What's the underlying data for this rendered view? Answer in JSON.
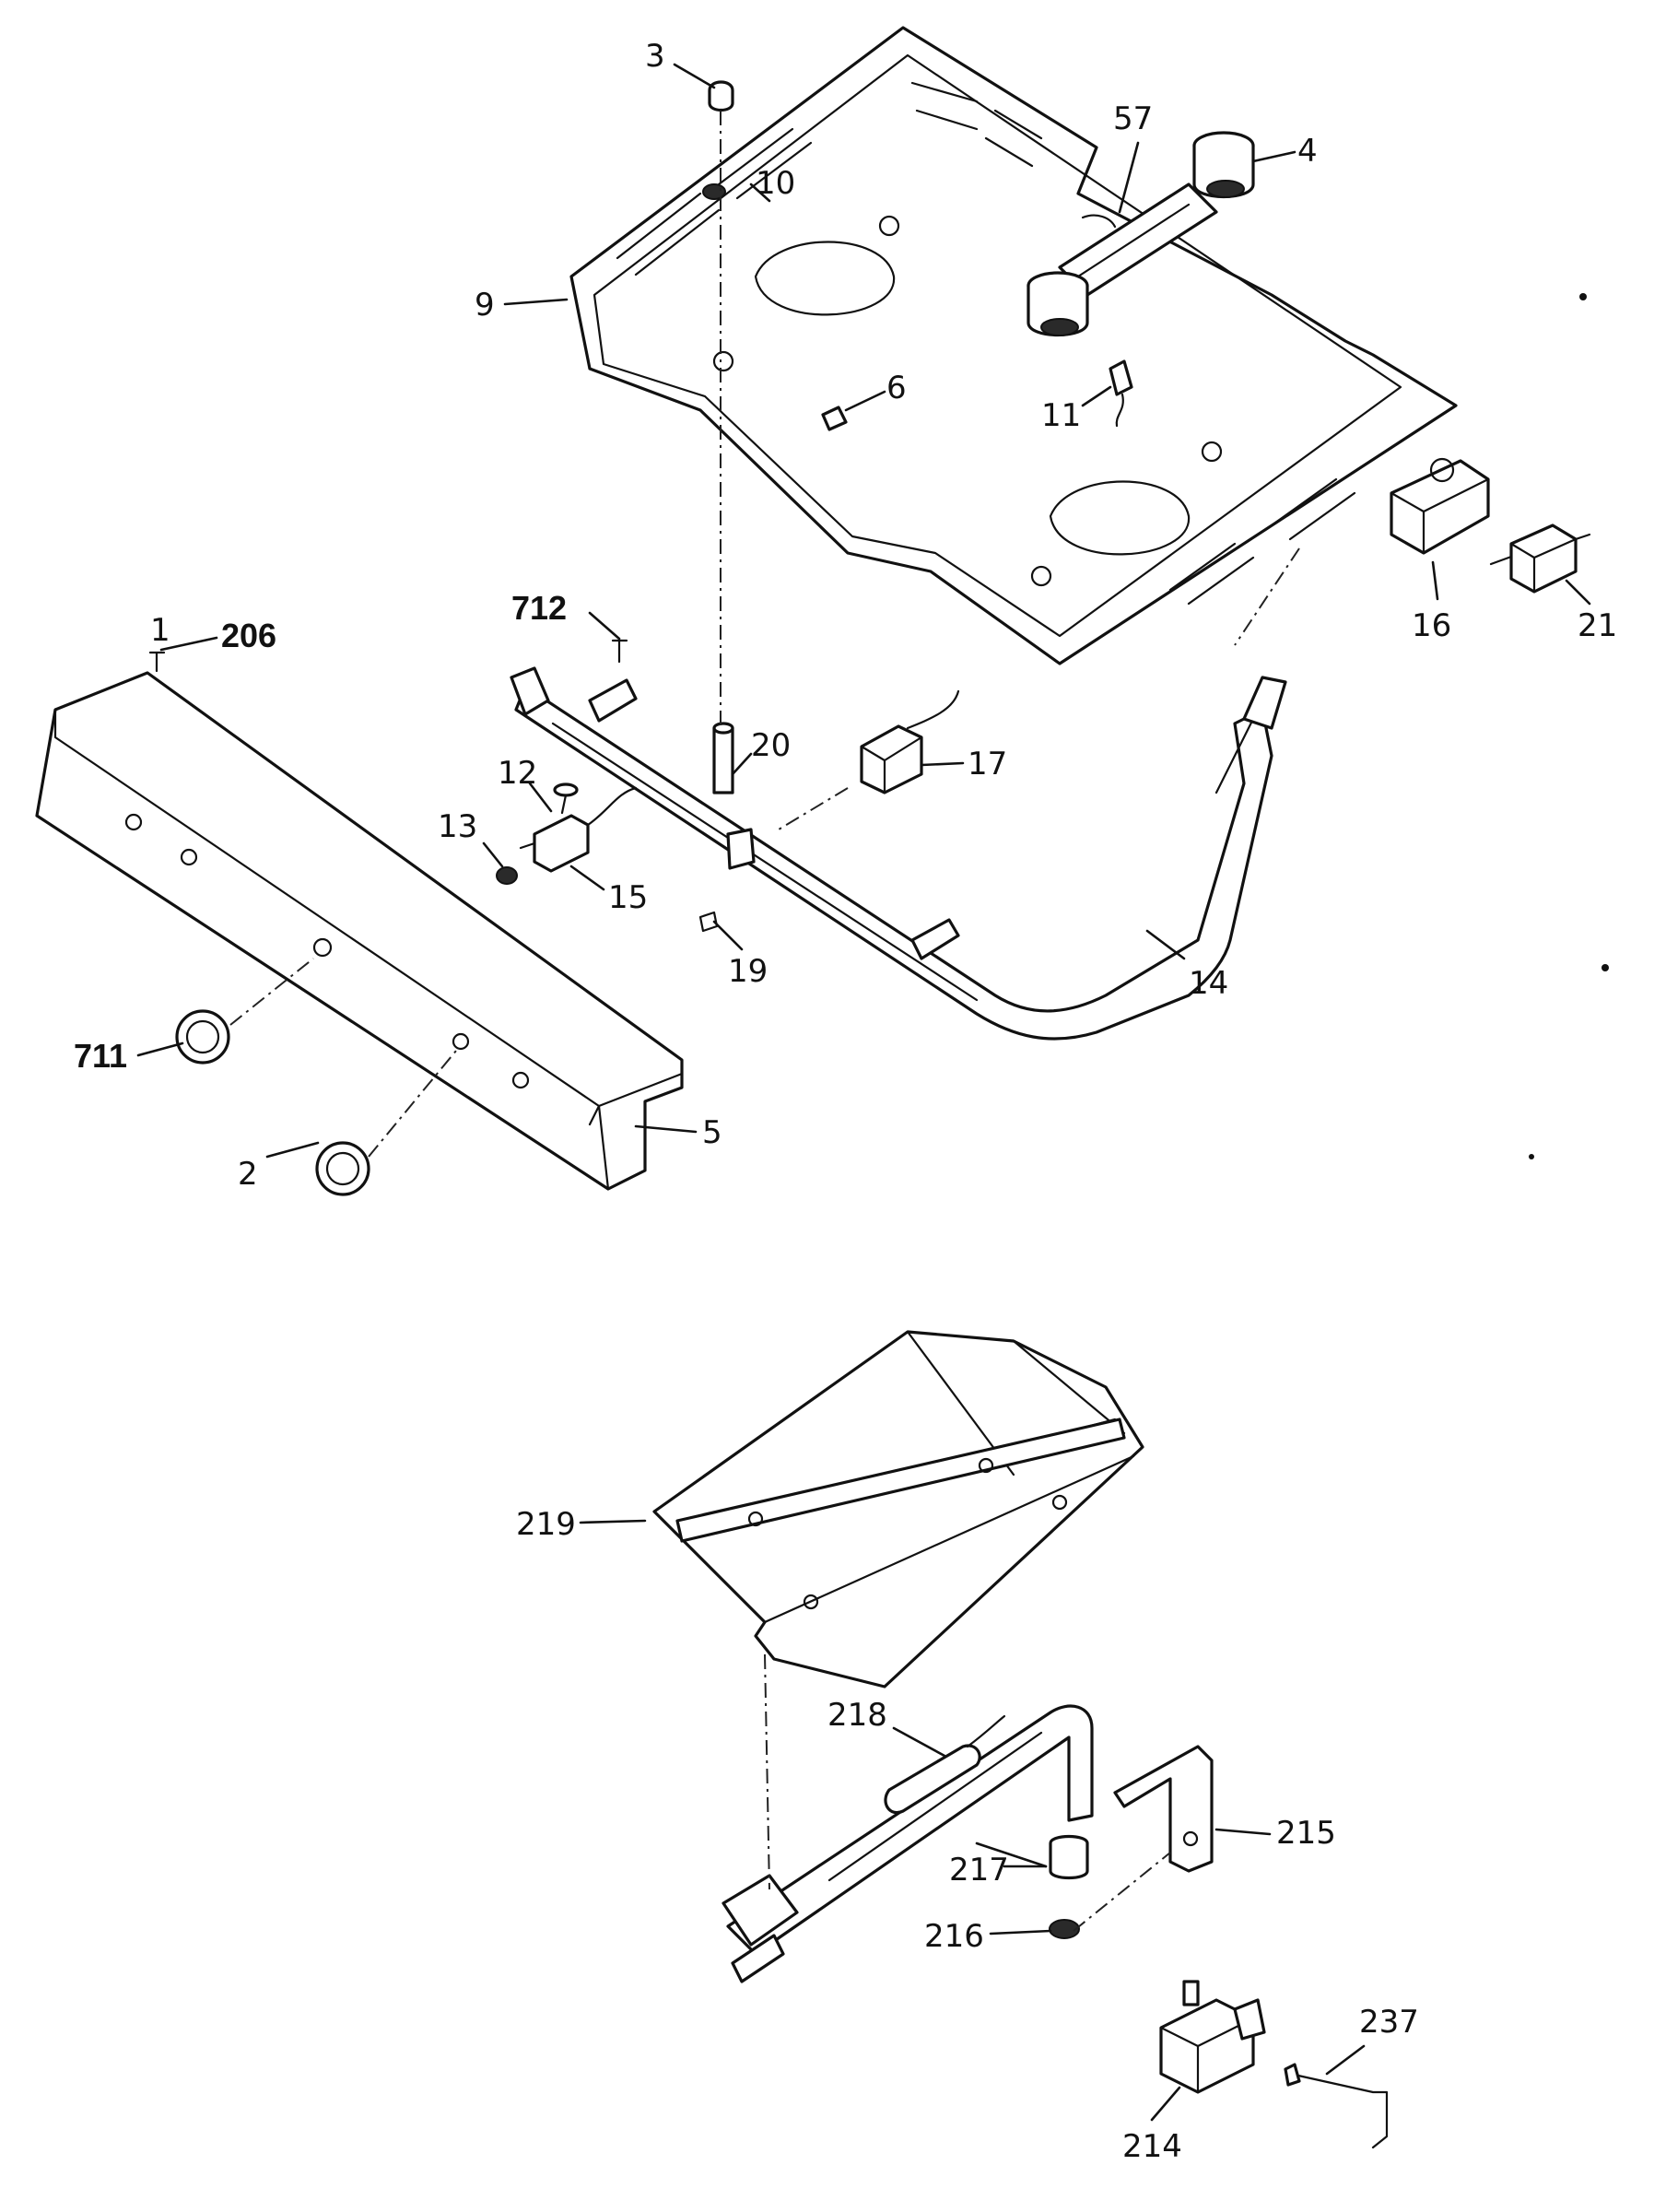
{
  "labels": {
    "l3": "3",
    "l10": "10",
    "l57": "57",
    "l4": "4",
    "l9": "9",
    "l6": "6",
    "l11": "11",
    "l16": "16",
    "l21": "21",
    "l206": "206",
    "l712": "712",
    "l20": "20",
    "l17": "17",
    "l12": "12",
    "l13": "13",
    "l15": "15",
    "l19": "19",
    "l14": "14",
    "l711": "711",
    "l2": "2",
    "l5": "5",
    "l219": "219",
    "l218": "218",
    "l215": "215",
    "l217": "217",
    "l216": "216",
    "l237": "237",
    "l214": "214"
  },
  "colors": {
    "ink": "#111111",
    "paper": "#ffffff"
  }
}
